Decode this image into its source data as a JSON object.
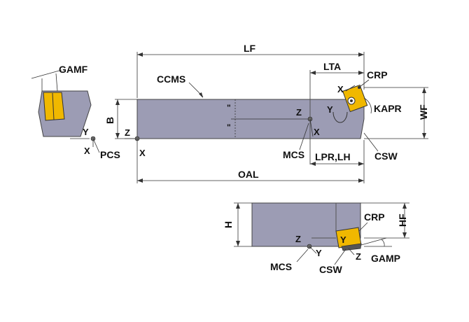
{
  "labels": {
    "gamf": "GAMF",
    "lf": "LF",
    "lta": "LTA",
    "crp_top": "CRP",
    "ccms": "CCMS",
    "x_insert": "X",
    "kapr": "KAPR",
    "wf": "WF",
    "b": "B",
    "z_mcs": "Z",
    "y_insert": "Y",
    "x_mcs": "X",
    "y_side": "Y",
    "z_side": "Z",
    "x_side": "X",
    "pcs": "PCS",
    "x_pcs": "X",
    "mcs_top": "MCS",
    "lpr_lh": "LPR,LH",
    "csw_top": "CSW",
    "oal": "OAL",
    "h": "H",
    "crp_bottom": "CRP",
    "hf": "HF",
    "z_bottom": "Z",
    "y_bottom_insert": "Y",
    "y_bottom": "Y",
    "z_bottom2": "Z",
    "mcs_bottom": "MCS",
    "csw_bottom": "CSW",
    "gamp": "GAMP"
  },
  "colors": {
    "body": "#9c9cb4",
    "insert": "#f0b800",
    "line": "#333333"
  }
}
